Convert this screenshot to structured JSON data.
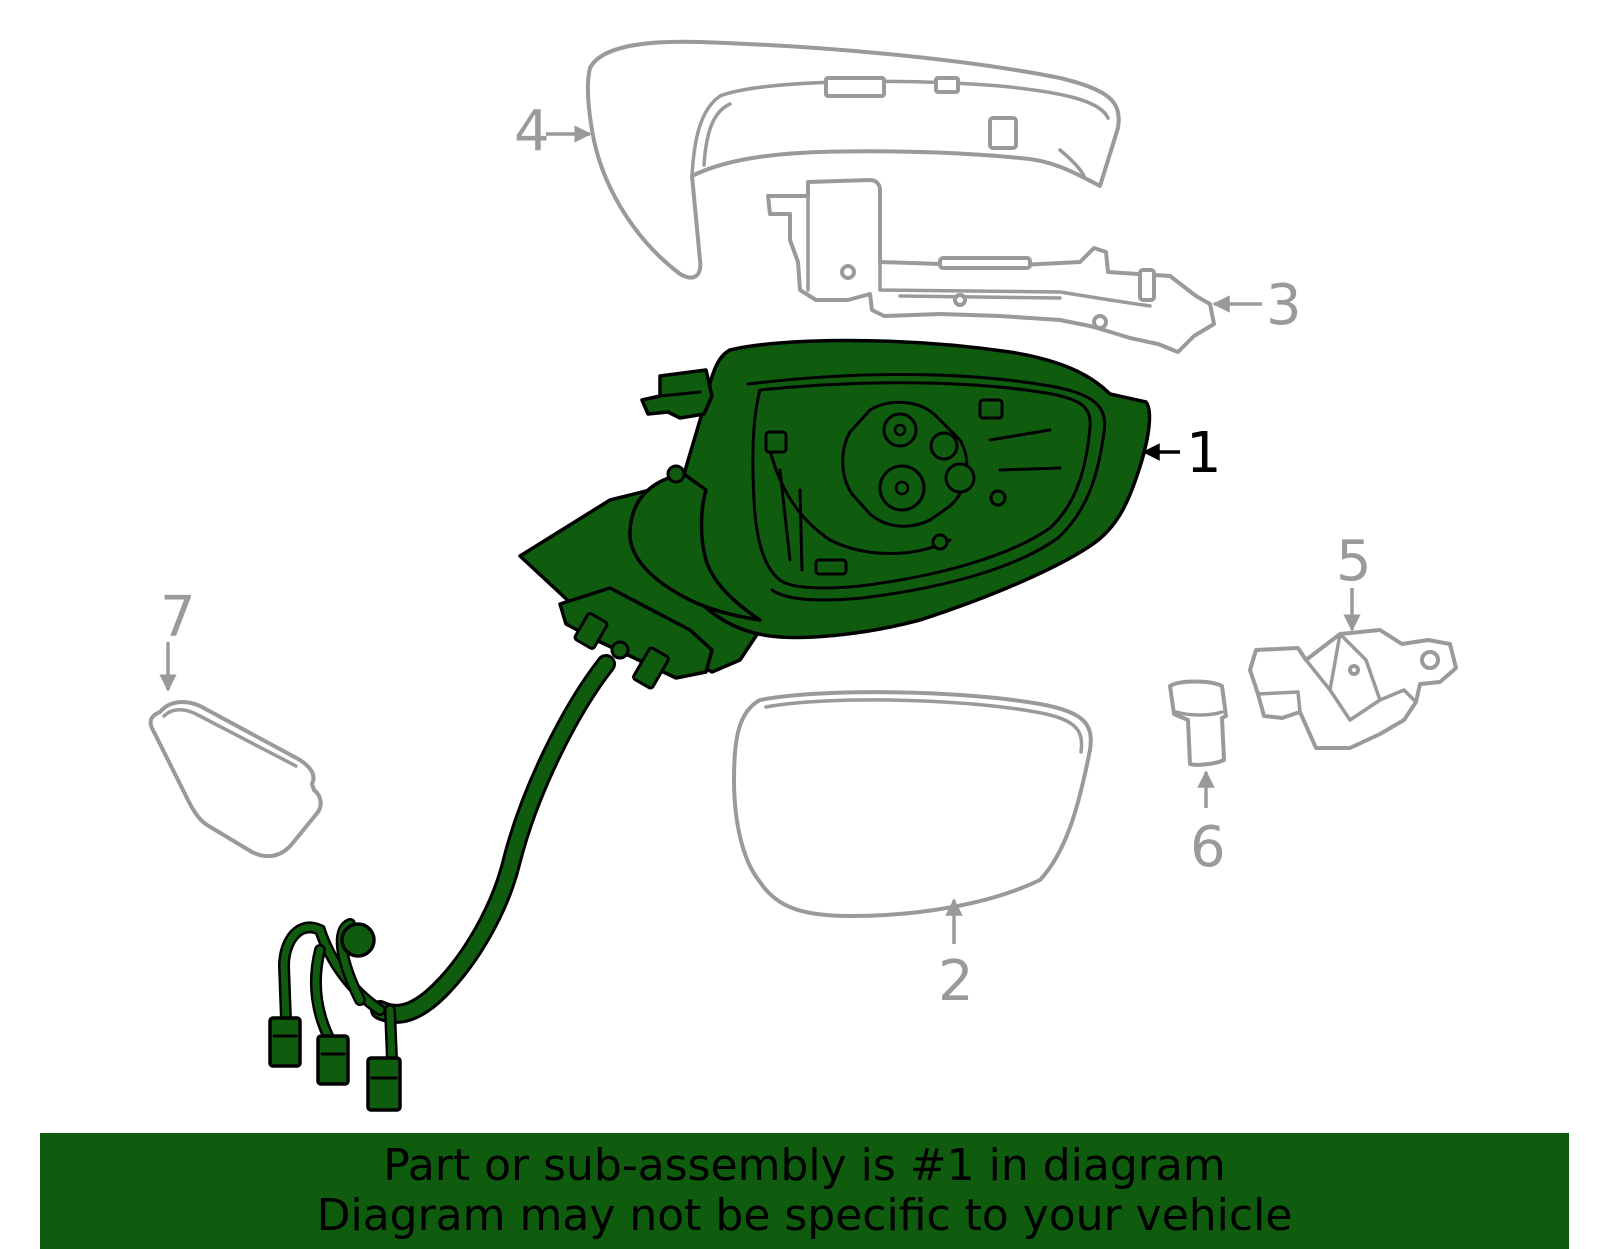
{
  "diagram": {
    "highlight_color": "#0f5c0f",
    "line_color": "#9a9a9a",
    "callouts": [
      {
        "number": "1",
        "highlighted": true
      },
      {
        "number": "2",
        "highlighted": false
      },
      {
        "number": "3",
        "highlighted": false
      },
      {
        "number": "4",
        "highlighted": false
      },
      {
        "number": "5",
        "highlighted": false
      },
      {
        "number": "6",
        "highlighted": false
      },
      {
        "number": "7",
        "highlighted": false
      }
    ]
  },
  "banner": {
    "line1": "Part or sub-assembly is #1 in diagram",
    "line2": "Diagram may not be specific to your vehicle",
    "background": "#0f5c0f"
  }
}
